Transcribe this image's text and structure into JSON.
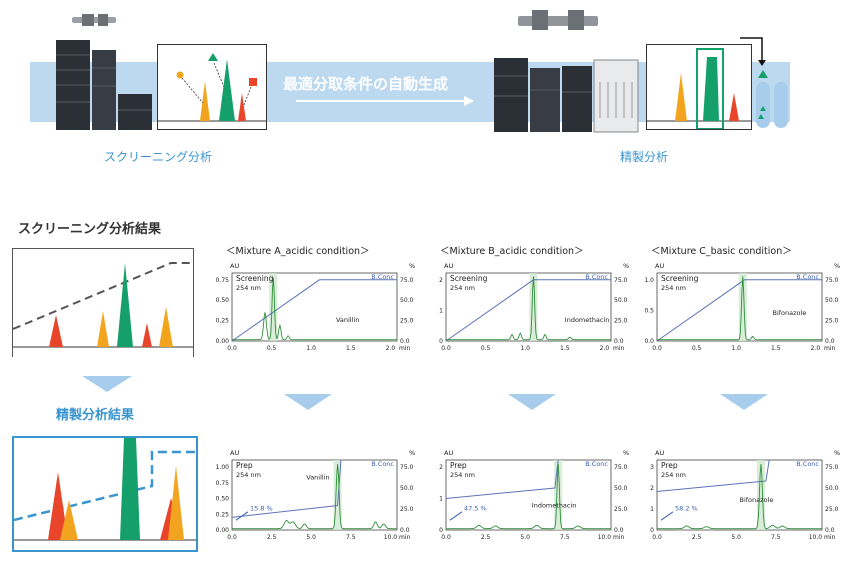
{
  "top": {
    "arrow_text": "最適分取条件の自動生成",
    "left_label": "スクリーニング分析",
    "right_label": "精製分析"
  },
  "sections": {
    "screening_title": "スクリーニング分析結果",
    "prep_title": "精製分析結果"
  },
  "colors": {
    "band": "#bcd9ef",
    "accent_blue": "#3a95cf",
    "peak_red": "#e8452a",
    "peak_orange": "#f3a41f",
    "peak_green": "#15a06b",
    "trace_green": "#2f8f3a",
    "gradient_line": "#5a74b8"
  },
  "charts": [
    {
      "title": "＜Mixture A_acidic condition＞",
      "mode": "Screening",
      "wavelength": "254 nm",
      "au": "AU",
      "pct": "%",
      "conc": "B.Conc",
      "compound": "Vanillin",
      "xunit": "min",
      "xticks": [
        "0.0",
        "0.5",
        "1.0",
        "1.5",
        "2.0"
      ],
      "yticks": [
        "0.00",
        "0.25",
        "0.50",
        "0.75"
      ],
      "rticks": [
        "0.0",
        "25.0",
        "50.0",
        "75.0"
      ]
    },
    {
      "title": "＜Mixture B_acidic condition＞",
      "mode": "Screening",
      "wavelength": "254 nm",
      "au": "AU",
      "pct": "%",
      "conc": "B.Conc",
      "compound": "Indomethacin",
      "xunit": "min",
      "xticks": [
        "0.0",
        "0.5",
        "1.0",
        "1.5",
        "2.0"
      ],
      "yticks": [
        "0",
        "1",
        "2"
      ],
      "rticks": [
        "0.0",
        "25.0",
        "50.0",
        "75.0"
      ]
    },
    {
      "title": "＜Mixture C_basic condition＞",
      "mode": "Screening",
      "wavelength": "254 nm",
      "au": "AU",
      "pct": "%",
      "conc": "B.Conc",
      "compound": "Bifonazole",
      "xunit": "min",
      "xticks": [
        "0.0",
        "0.5",
        "1.0",
        "1.5",
        "2.0"
      ],
      "yticks": [
        "0.0",
        "0.5",
        "1.0"
      ],
      "rticks": [
        "0.0",
        "25.0",
        "50.0",
        "75.0"
      ]
    },
    {
      "title": "",
      "mode": "Prep",
      "wavelength": "254 nm",
      "au": "AU",
      "pct": "%",
      "conc": "B.Conc",
      "compound": "Vanillin",
      "start_pct": "15.8 %",
      "xunit": "min",
      "xticks": [
        "0.0",
        "2.5",
        "5.0",
        "7.5",
        "10.0"
      ],
      "yticks": [
        "0.00",
        "0.25",
        "0.50",
        "0.75",
        "1.00"
      ],
      "rticks": [
        "0.0",
        "25.0",
        "50.0",
        "75.0"
      ]
    },
    {
      "title": "",
      "mode": "Prep",
      "wavelength": "254 nm",
      "au": "AU",
      "pct": "%",
      "conc": "B.Conc",
      "compound": "Indomethacin",
      "start_pct": "47.5 %",
      "xunit": "min",
      "xticks": [
        "0.0",
        "2.5",
        "5.0",
        "7.5",
        "10.0"
      ],
      "yticks": [
        "0",
        "1",
        "2"
      ],
      "rticks": [
        "0.0",
        "25.0",
        "50.0",
        "75.0"
      ]
    },
    {
      "title": "",
      "mode": "Prep",
      "wavelength": "254 nm",
      "au": "AU",
      "pct": "%",
      "conc": "B.Conc",
      "compound": "Bifonazole",
      "start_pct": "58.2 %",
      "xunit": "min",
      "xticks": [
        "0.0",
        "2.5",
        "5.0",
        "7.5",
        "10.0"
      ],
      "yticks": [
        "0",
        "1",
        "2",
        "3"
      ],
      "rticks": [
        "0.0",
        "25.0",
        "50.0",
        "75.0"
      ]
    }
  ]
}
